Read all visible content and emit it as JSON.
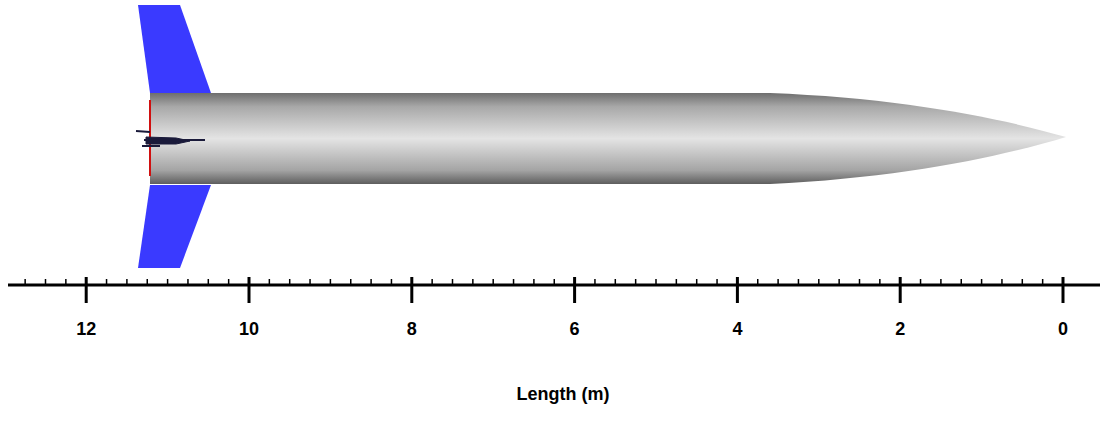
{
  "diagram": {
    "labels": [
      "12",
      "10",
      "8",
      "6",
      "4",
      "2",
      "0",
      "Length (m)"
    ]
  }
}
